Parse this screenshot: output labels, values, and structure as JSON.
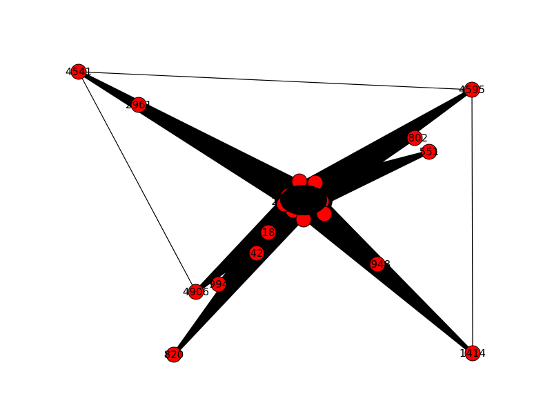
{
  "graph": {
    "node_color": "#ff0000",
    "edge_color": "#000000",
    "nodes": [
      {
        "id": "4541",
        "label": "4541"
      },
      {
        "id": "2961",
        "label": "2961"
      },
      {
        "id": "4595",
        "label": "4595"
      },
      {
        "id": "3802",
        "label": "3802"
      },
      {
        "id": "551",
        "label": "551"
      },
      {
        "id": "18",
        "label": "18"
      },
      {
        "id": "42",
        "label": "42"
      },
      {
        "id": "4906",
        "label": "4906"
      },
      {
        "id": "994",
        "label": "994"
      },
      {
        "id": "1948",
        "label": "1948"
      },
      {
        "id": "820",
        "label": "820"
      },
      {
        "id": "1414",
        "label": "1414"
      },
      {
        "id": "hub",
        "label": "2"
      }
    ],
    "edges": [
      [
        "4541",
        "4595"
      ],
      [
        "4541",
        "4906"
      ],
      [
        "4595",
        "1414"
      ]
    ],
    "bundles": [
      "4541",
      "2961",
      "4595",
      "3802",
      "551",
      "4906",
      "994",
      "820",
      "1414",
      "1948"
    ]
  }
}
